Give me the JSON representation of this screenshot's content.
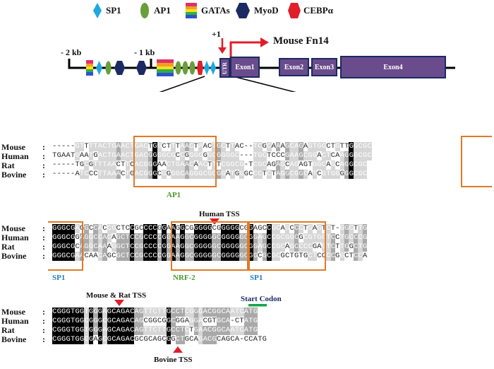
{
  "legend": [
    {
      "label": "SP1",
      "icon": "diamond-icon",
      "color": "#1ea8e0"
    },
    {
      "label": "AP1",
      "icon": "ellipse-icon",
      "color": "#6a9e3a"
    },
    {
      "label": "GATAs",
      "icon": "rainbow-box-icon",
      "color": "#e0306a"
    },
    {
      "label": "MyoD",
      "icon": "hexagon-icon",
      "color": "#1b2a63"
    },
    {
      "label": "CEBPα",
      "icon": "hexagon-icon",
      "color": "#e01e2a"
    }
  ],
  "map": {
    "tss_label": "+1",
    "gene_label": "Mouse Fn14",
    "kb2_label": "- 2 kb",
    "kb1_label": "- 1 kb",
    "utr_label": "UTR",
    "exons": [
      "Exon1",
      "Exon2",
      "Exon3",
      "Exon4"
    ]
  },
  "species": [
    "Mouse",
    "Human",
    "Rat",
    "Bovine"
  ],
  "alignment_blocks": [
    {
      "rows": [
        "-----GTTTTACTGAACTGACTGGCTTTAACTAACTGCTTAC--TCGCAAAGCAGAGTGGCTGTTGGCGC",
        "TGAATGAATGACTGAACTGACGGGGCGCCGGGGGGCGGGGC---TGCTCCCGAAGCGGACTCAAGGGCGC",
        "-----TGCGTTTAACTTCACGGGAACTGAACAACTTTCGGCG-TCGCAGAGCAGAGTGGCAGCAGGCGC",
        "-----ATCCCTTAAACTGACGGGCGGGGCAGGGCGCGGATGGGCCCTCTAGGCGGCATCGTGGGGGCGC"
      ]
    },
    {
      "rows": [
        "GGGCGAGGCCACCGCTCCGCCCCGGAAGGCGGGGGCGGGGGCGGAGCCGCAGCCCTGAGTCT-GGCTTG",
        "GGGCGGAGGCCACAGCTCCGCCCCGGAAGGCGGGGGCGGGGGCGGAGCCGCGGCGCGTGGTCCTGCCCG",
        "GGGCGCAGGCAAAGGCTCCGCCCCGGAAGGCGGGGGCGGGGGCGGAGCCGCAGCCCCGAGTCTTGGCTG",
        "GGGCGAACAACAGCGCTCCGCCCCGGAAGGCGGGGGCGGGGGCGGCGCGCGCTGTGCTCCCCGGCTCCA"
      ]
    },
    {
      "rows": [
        "CGGGTGGTGGGAGCAGACAGTTCTTGCCTCGGGACGGCAATCATG",
        "CGGGTGGCGGGCGCAGACAGCGGCGGCGGAGGACGTGCA-CTATG",
        "CGGGTGGTGGGAGCAGACAGTTCTTGCCTCTGAACGGCAATCATG",
        "CGGGTGGCGAGCGCAGACGCGCAGCGGCTGCAGACGCAGCA-CCATG"
      ]
    }
  ],
  "annotations": {
    "ap1": "AP1",
    "sp1_a": "SP1",
    "nrf2": "NRF-2",
    "sp1_b": "SP1",
    "human_tss": "Human TSS",
    "mouse_rat_tss": "Mouse & Rat TSS",
    "bovine_tss": "Bovine TSS",
    "start_codon": "Start Codon"
  },
  "colors": {
    "box": "#e07a26",
    "arrow_red": "#e01e2a",
    "annot_green": "#4a9a2a",
    "annot_blue": "#1e7fbf",
    "start_bar": "#1aa34a",
    "exon_fill": "#6a4c8c",
    "exon_border": "#1b2a63"
  }
}
